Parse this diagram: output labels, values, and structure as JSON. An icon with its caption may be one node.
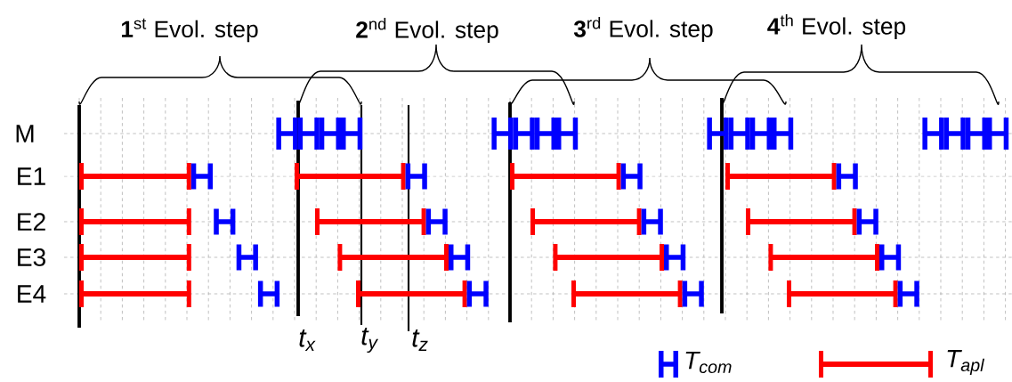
{
  "diagram": {
    "labels": [
      "**1**$^{st}$ Evol. step",
      "**2**$^{nd}$ Evol. step",
      "**3**$^{rd}$ Evol. step",
      "**4**$^{th}$ Evol. step",
      "M",
      "E1",
      "E2",
      "E3",
      "E4",
      "t$_{x}$",
      "t$_{y}$",
      "t$_{z}$"
    ],
    "legend": [
      {
        "text": "T$_{com}$"
      },
      {
        "text": "T$_{apl}$"
      }
    ]
  }
}
